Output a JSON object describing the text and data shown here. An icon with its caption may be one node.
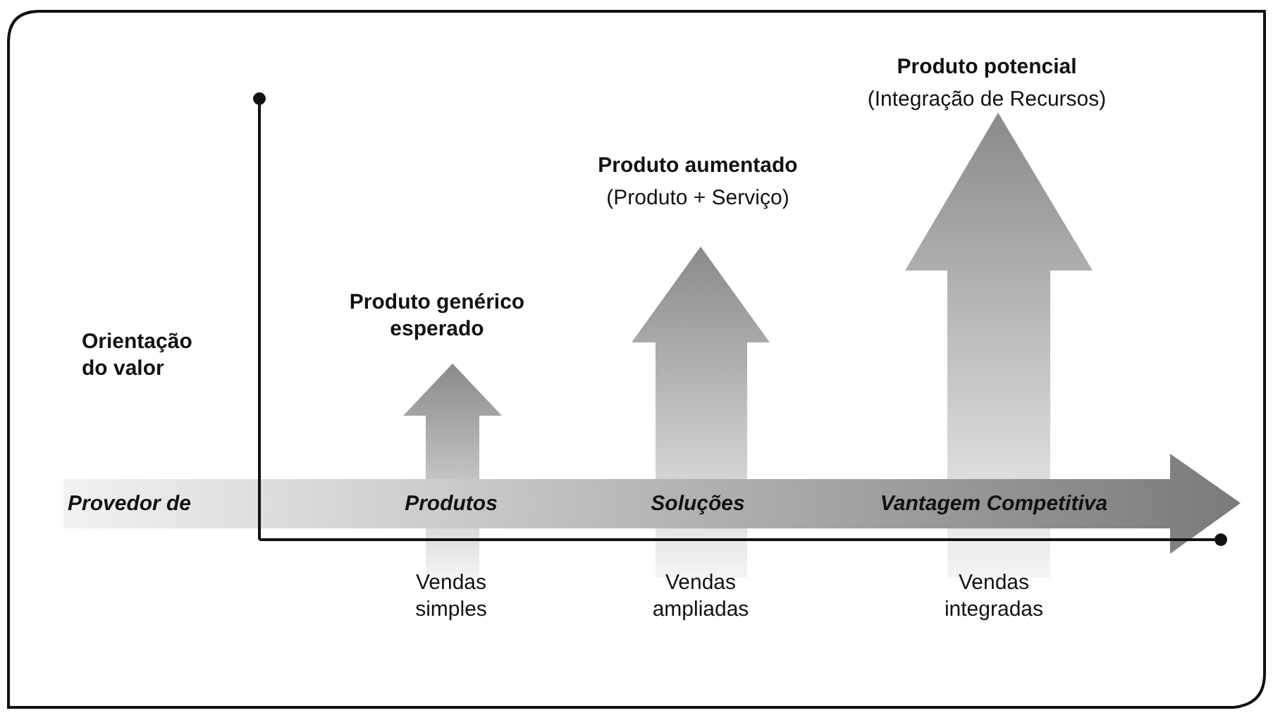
{
  "diagram": {
    "labels": [
      "Produto potencial",
      "(Integração de Recursos)",
      "Produto aumentado",
      "(Produto + Serviço)",
      "Orientação do valor",
      "Produto genérico esperado",
      "Provedor de",
      "Produtos",
      "Soluções",
      "Vantagem Competitiva",
      "Vendas simples",
      "Vendas ampliadas",
      "Vendas integradas"
    ]
  }
}
